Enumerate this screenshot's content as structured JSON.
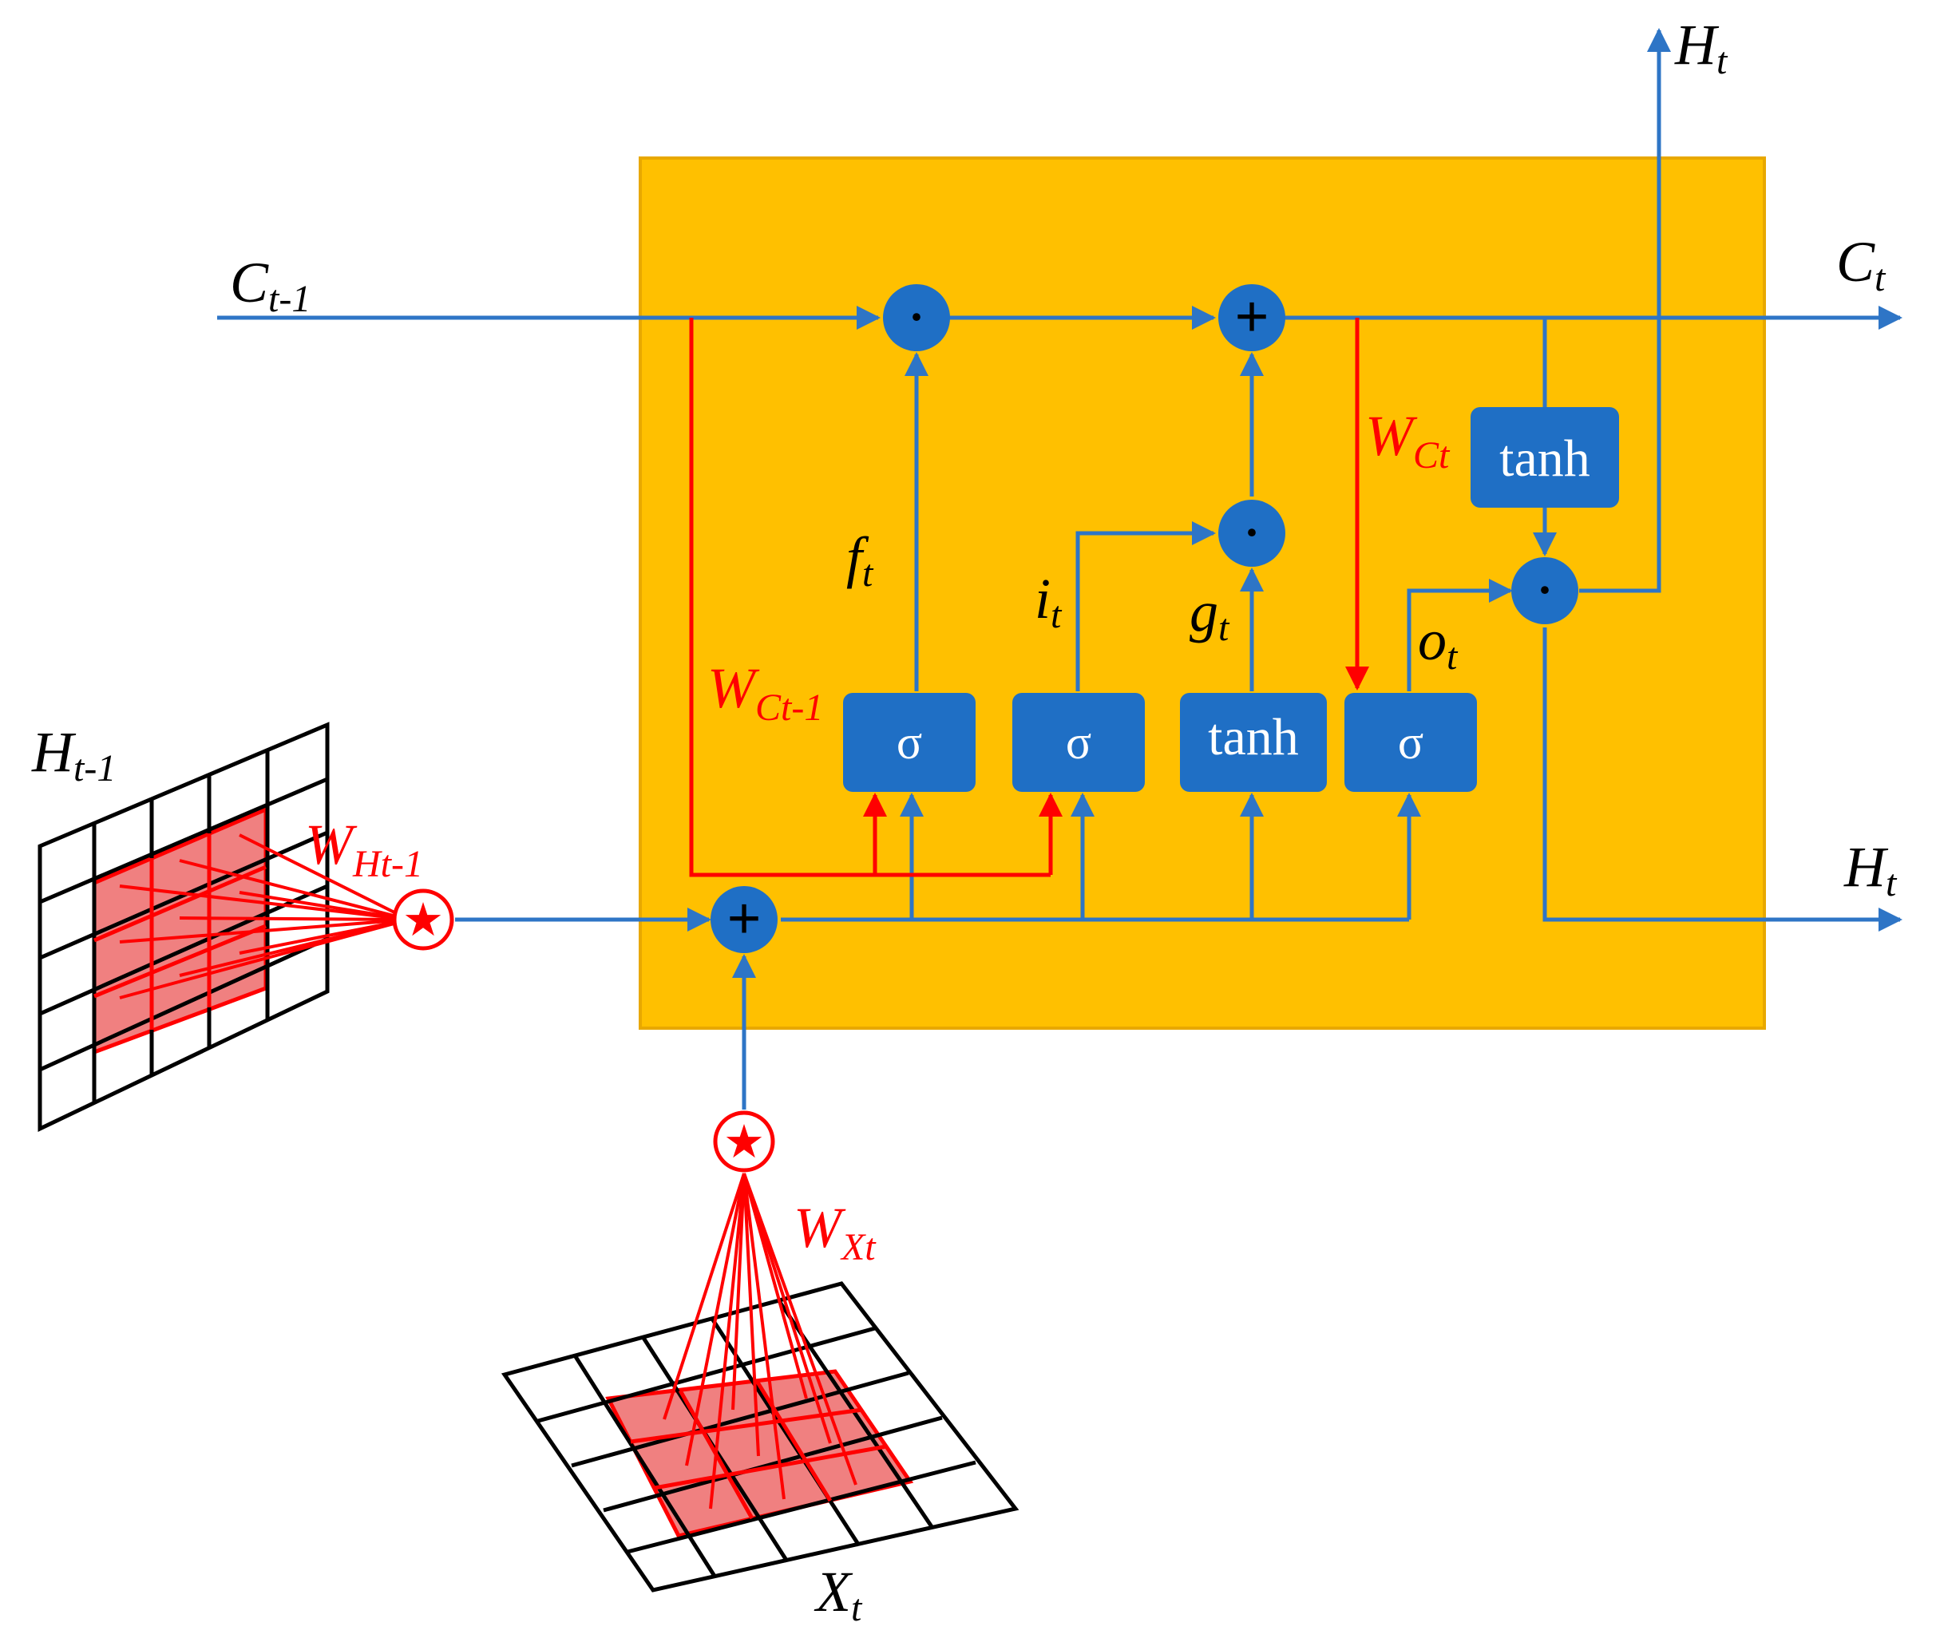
{
  "colors": {
    "cell_fill": "#FFC000",
    "cell_border": "#E8A800",
    "flow": "#2E75C6",
    "gate": "#1F6FC5",
    "peephole": "#FF0000",
    "kernel_fill": "#F08080",
    "grid": "#000000",
    "text": "#000000"
  },
  "labels": {
    "c_prev": {
      "main": "C",
      "sub": "t-1"
    },
    "c_next": {
      "main": "C",
      "sub": "t"
    },
    "h_top": {
      "main": "H",
      "sub": "t"
    },
    "h_right": {
      "main": "H",
      "sub": "t"
    },
    "h_prev": {
      "main": "H",
      "sub": "t-1"
    },
    "x_t": {
      "main": "X",
      "sub": "t"
    },
    "f_t": {
      "main": "f",
      "sub": "t"
    },
    "i_t": {
      "main": "i",
      "sub": "t"
    },
    "g_t": {
      "main": "g",
      "sub": "t"
    },
    "o_t": {
      "main": "o",
      "sub": "t"
    },
    "w_ct": {
      "main": "W",
      "sub": "Ct"
    },
    "w_ct_prev": {
      "main": "W",
      "sub": "Ct-1"
    },
    "w_ht_prev": {
      "main": "W",
      "sub": "Ht-1"
    },
    "w_xt": {
      "main": "W",
      "sub": "Xt"
    }
  },
  "gates": {
    "forget": "σ",
    "input": "σ",
    "candidate": "tanh",
    "output": "σ",
    "cell_tanh": "tanh"
  },
  "operators": {
    "multiply": "·",
    "add": "+",
    "convolve": "★"
  }
}
